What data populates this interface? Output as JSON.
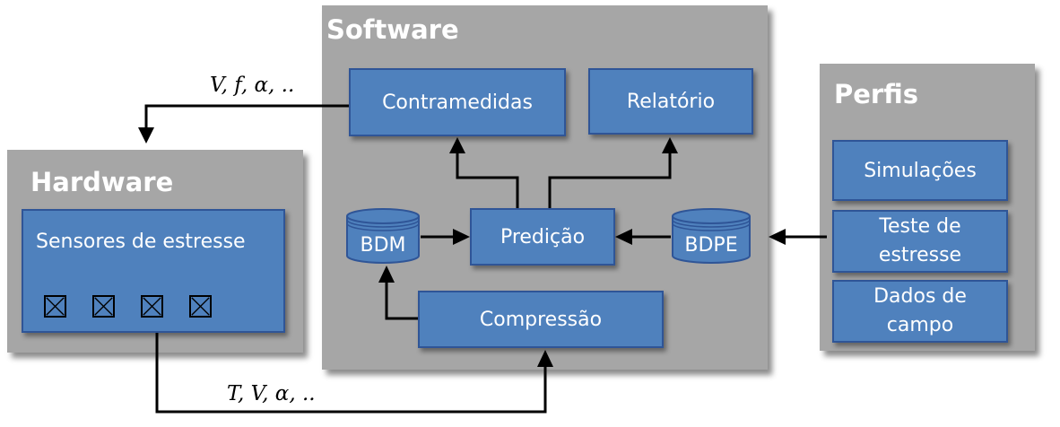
{
  "software": {
    "title": "Software",
    "contramedidas": "Contramedidas",
    "relatorio": "Relatório",
    "predicao": "Predição",
    "compressao": "Compressão",
    "bdm": "BDM",
    "bdpe": "BDPE"
  },
  "hardware": {
    "title": "Hardware",
    "sensores": "Sensores de estresse",
    "sensor_count": 4
  },
  "perfis": {
    "title": "Perfis",
    "simulacoes": "Simulações",
    "teste_line1": "Teste de",
    "teste_line2": "estresse",
    "dados_line1": "Dados de",
    "dados_line2": "campo"
  },
  "edges": {
    "top_label": "V, f, α, ..",
    "bottom_label": "T, V, α, .."
  },
  "colors": {
    "panel": "#a6a6a6",
    "box_fill": "#4f81bd",
    "box_border": "#2f5597",
    "text_on_box": "#ffffff",
    "arrow": "#000000"
  }
}
